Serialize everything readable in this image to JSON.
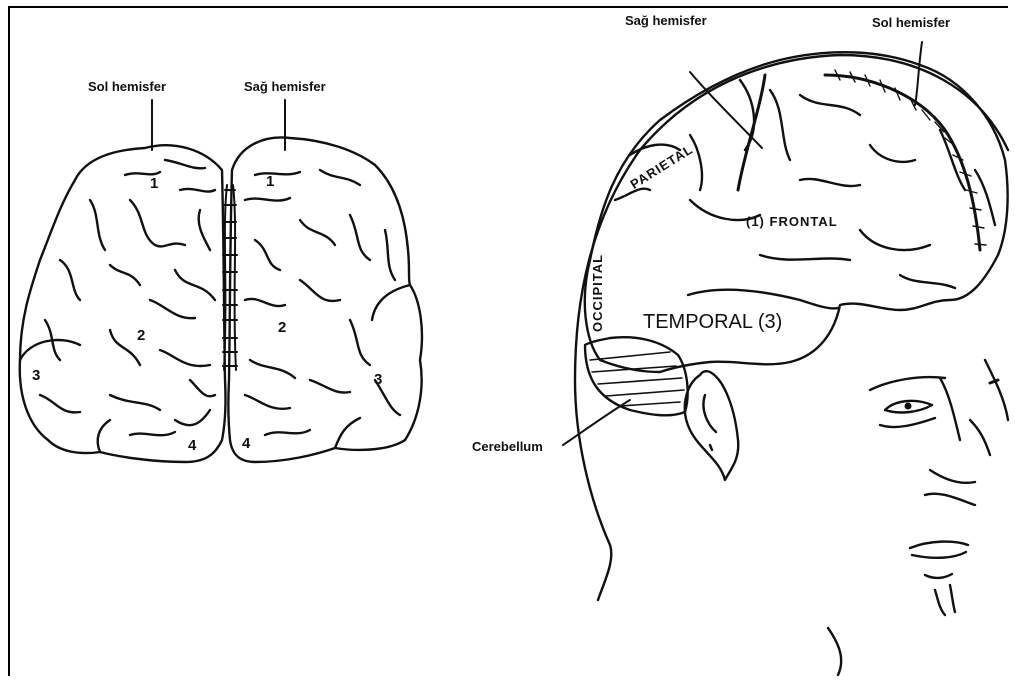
{
  "left_figure": {
    "left_hemisphere_label": "Sol hemisfer",
    "right_hemisphere_label": "Sağ hemisfer",
    "numbers": [
      "1",
      "1",
      "2",
      "2",
      "3",
      "3",
      "4",
      "4"
    ]
  },
  "right_figure": {
    "right_hemisphere_label": "Sağ hemisfer",
    "left_hemisphere_label": "Sol hemisfer",
    "parietal": "PARIETAL",
    "frontal": "(1) FRONTAL",
    "occipital": "OCCIPITAL",
    "temporal": "TEMPORAL (3)",
    "cerebellum": "Cerebellum"
  }
}
